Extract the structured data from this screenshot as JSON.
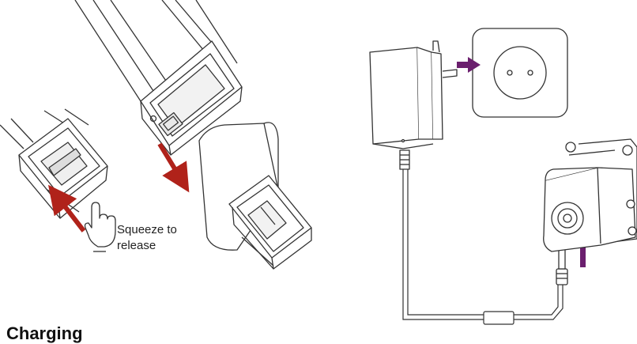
{
  "labels": {
    "squeeze_line1": "Squeeze to",
    "squeeze_line2": "release",
    "heading": "Charging"
  },
  "colors": {
    "outline": "#333333",
    "removal_arrow": "#b0221a",
    "connect_arrow": "#6b1f6e"
  },
  "icons": [
    "hand-pointer-icon",
    "battery-clip",
    "power-adapter",
    "wall-socket",
    "barrel-plug"
  ]
}
